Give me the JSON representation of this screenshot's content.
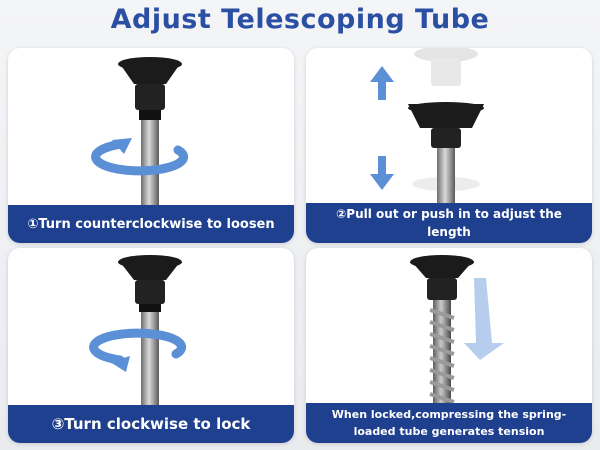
{
  "title": "Adjust Telescoping Tube",
  "steps": [
    {
      "caption": "①Turn counterclockwise to loosen",
      "arrow_icon": "counterclockwise-arrow-icon"
    },
    {
      "caption": "②Pull out or push in to adjust the length",
      "arrow_icon": "up-down-arrows-icon"
    },
    {
      "caption": "③Turn clockwise to lock",
      "arrow_icon": "clockwise-arrow-icon"
    },
    {
      "caption": "When locked,compressing the spring-loaded tube generates tension",
      "arrow_icon": "down-arrow-icon"
    }
  ],
  "colors": {
    "title": "#2a4fa3",
    "caption_bg": "#1f3f8f",
    "arrow": "#5b8fd6",
    "cap": "#1b1b1b"
  }
}
